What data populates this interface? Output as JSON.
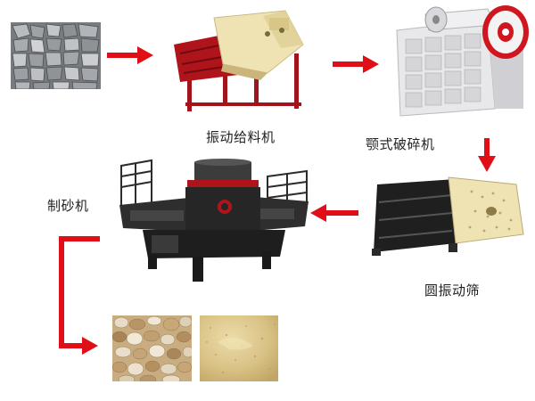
{
  "labels": {
    "feeder": "振动给料机",
    "jaw_crusher": "颚式破碎机",
    "vibrating_screen": "圆振动筛",
    "sand_maker": "制砂机"
  },
  "colors": {
    "arrow": "#e00f17",
    "frame_red": "#a3131a",
    "machine_cream": "#efe3b4",
    "machine_dark": "#1d1d1d",
    "stone_gray": "#8a8d90",
    "gravel_tan": "#cdb58a",
    "sand_yellow": "#dcc68a"
  },
  "icons": {
    "raw_stone": "raw-stone-photo",
    "feeder": "vibrating-feeder-icon",
    "jaw_crusher": "jaw-crusher-icon",
    "vibrating_screen": "vibrating-screen-icon",
    "sand_maker": "sand-making-machine-icon",
    "gravel": "gravel-output-photo",
    "sand": "sand-output-photo"
  }
}
